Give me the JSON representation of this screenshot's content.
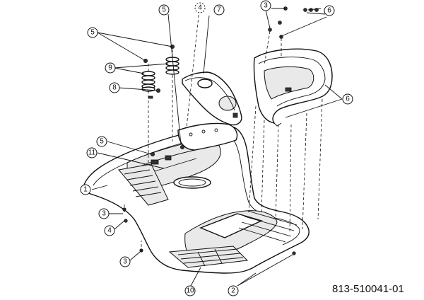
{
  "drawing_code": "813-510041-01",
  "callouts": [
    {
      "id": "c-5-top",
      "label": "5"
    },
    {
      "id": "c-4-top",
      "label": "4"
    },
    {
      "id": "c-7",
      "label": "7"
    },
    {
      "id": "c-3-top",
      "label": "3"
    },
    {
      "id": "c-6-top",
      "label": "6"
    },
    {
      "id": "c-5-left",
      "label": "5"
    },
    {
      "id": "c-9",
      "label": "9"
    },
    {
      "id": "c-8",
      "label": "8"
    },
    {
      "id": "c-6-right",
      "label": "6"
    },
    {
      "id": "c-5-mid",
      "label": "5"
    },
    {
      "id": "c-11",
      "label": "11"
    },
    {
      "id": "c-1",
      "label": "1"
    },
    {
      "id": "c-3-left",
      "label": "3"
    },
    {
      "id": "c-4-left",
      "label": "4"
    },
    {
      "id": "c-3-bottom",
      "label": "3"
    },
    {
      "id": "c-10",
      "label": "10"
    },
    {
      "id": "c-2",
      "label": "2"
    }
  ]
}
